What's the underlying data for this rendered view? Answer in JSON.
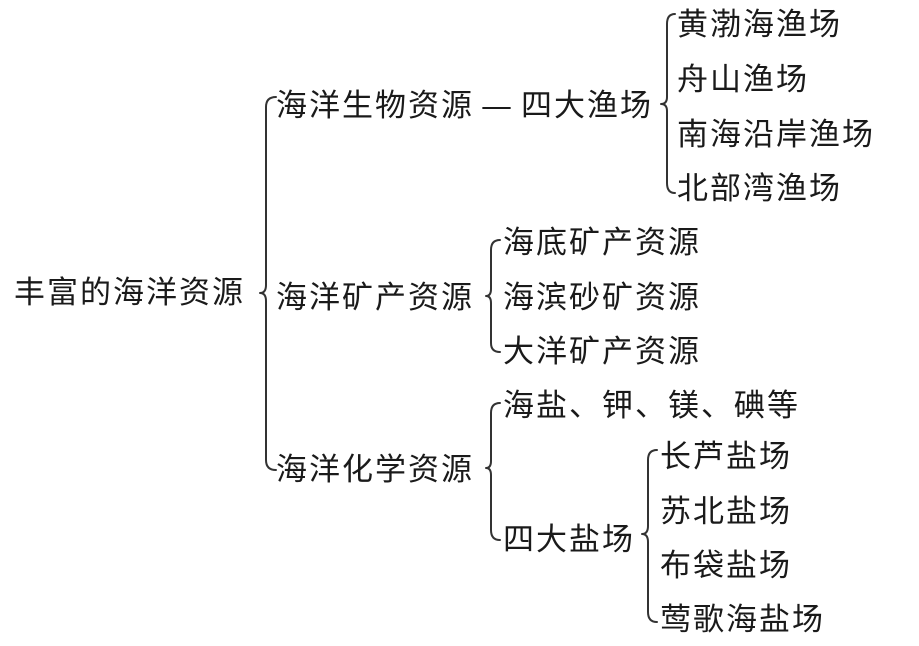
{
  "root": "丰富的海洋资源",
  "branches": {
    "biological": {
      "label": "海洋生物资源",
      "connector": "—",
      "sub_label": "四大渔场",
      "items": [
        "黄渤海渔场",
        "舟山渔场",
        "南海沿岸渔场",
        "北部湾渔场"
      ]
    },
    "mineral": {
      "label": "海洋矿产资源",
      "items": [
        "海底矿产资源",
        "海滨砂矿资源",
        "大洋矿产资源"
      ]
    },
    "chemical": {
      "label": "海洋化学资源",
      "items": [
        "海盐、钾、镁、碘等"
      ],
      "sub_label": "四大盐场",
      "salt_fields": [
        "长芦盐场",
        "苏北盐场",
        "布袋盐场",
        "莺歌海盐场"
      ]
    }
  }
}
